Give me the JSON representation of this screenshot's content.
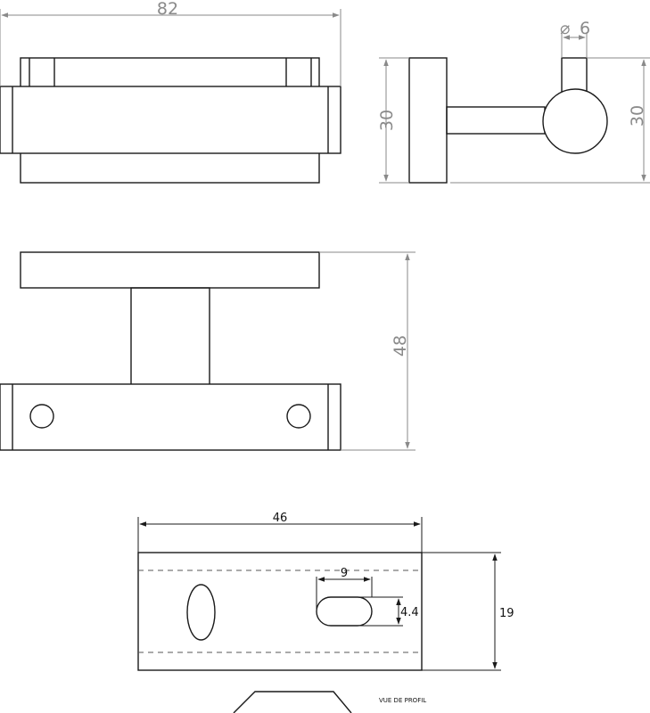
{
  "dimensions": {
    "front_width": "82",
    "side_height_left": "30",
    "side_height_right": "30",
    "hook_diameter_symbol": "⌀",
    "hook_diameter": "6",
    "top_depth": "48",
    "plate_width": "46",
    "plate_height": "19",
    "slot_width": "9",
    "slot_height": "4.4"
  },
  "labels": {
    "profile_view": "VUE DE PROFIL"
  },
  "colors": {
    "line": "#1a1a1a",
    "dimension_line": "#8a8a8a",
    "background": "#ffffff"
  }
}
